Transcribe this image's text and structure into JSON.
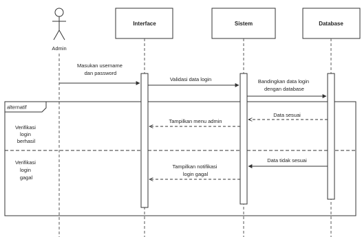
{
  "actor": {
    "label": "Admin"
  },
  "participants": [
    {
      "id": "interface",
      "label": "Interface"
    },
    {
      "id": "sistem",
      "label": "Sistem"
    },
    {
      "id": "database",
      "label": "Database"
    }
  ],
  "messages": {
    "m1": [
      "Masukan username",
      "dan password"
    ],
    "m2": [
      "Validasi data login"
    ],
    "m3": [
      "Bandingkan data login",
      "dengan database"
    ],
    "m4": [
      "Data sesuai"
    ],
    "m5": [
      "Tampilkan menu admin"
    ],
    "m6": [
      "Data tidak sesuai"
    ],
    "m7": [
      "Tampilkan notifikasi",
      "login gagal"
    ]
  },
  "fragment": {
    "label": "alternatif",
    "guard1": [
      "Verifikasi",
      "login",
      "berhasil"
    ],
    "guard2": [
      "Verifikasi",
      "login",
      "gagal"
    ]
  }
}
